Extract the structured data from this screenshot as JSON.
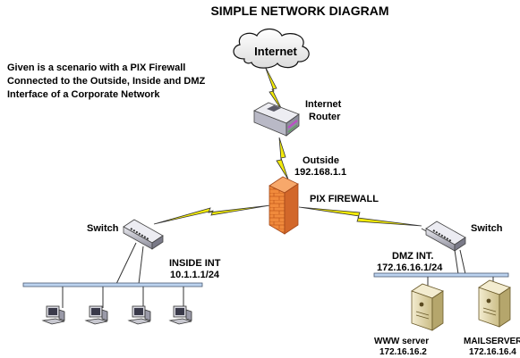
{
  "title": "SIMPLE NETWORK DIAGRAM",
  "description_lines": [
    "Given is a scenario with a PIX Firewall",
    "Connected to the Outside, Inside and DMZ",
    "Interface of a Corporate Network"
  ],
  "nodes": {
    "internet": {
      "label": "Internet"
    },
    "router": {
      "label_lines": [
        "Internet",
        "Router"
      ]
    },
    "outside": {
      "label": "Outside",
      "ip": "192.168.1.1"
    },
    "firewall": {
      "label": "PIX FIREWALL"
    },
    "inside_switch": {
      "label": "Switch"
    },
    "inside_int": {
      "label": "INSIDE INT",
      "ip": "10.1.1.1/24"
    },
    "dmz_switch": {
      "label": "Switch"
    },
    "dmz_int": {
      "label": "DMZ INT.",
      "ip": "172.16.16.1/24"
    },
    "www_server": {
      "label": "WWW server",
      "ip": "172.16.16.2"
    },
    "mail_server": {
      "label": "MAILSERVER",
      "ip": "172.16.16.4"
    }
  },
  "colors": {
    "lightning": "#f2ea0a",
    "firewall": "#f08a3c",
    "lan_bar": "#bcd3ef",
    "server_body": "#e2d6a4"
  }
}
